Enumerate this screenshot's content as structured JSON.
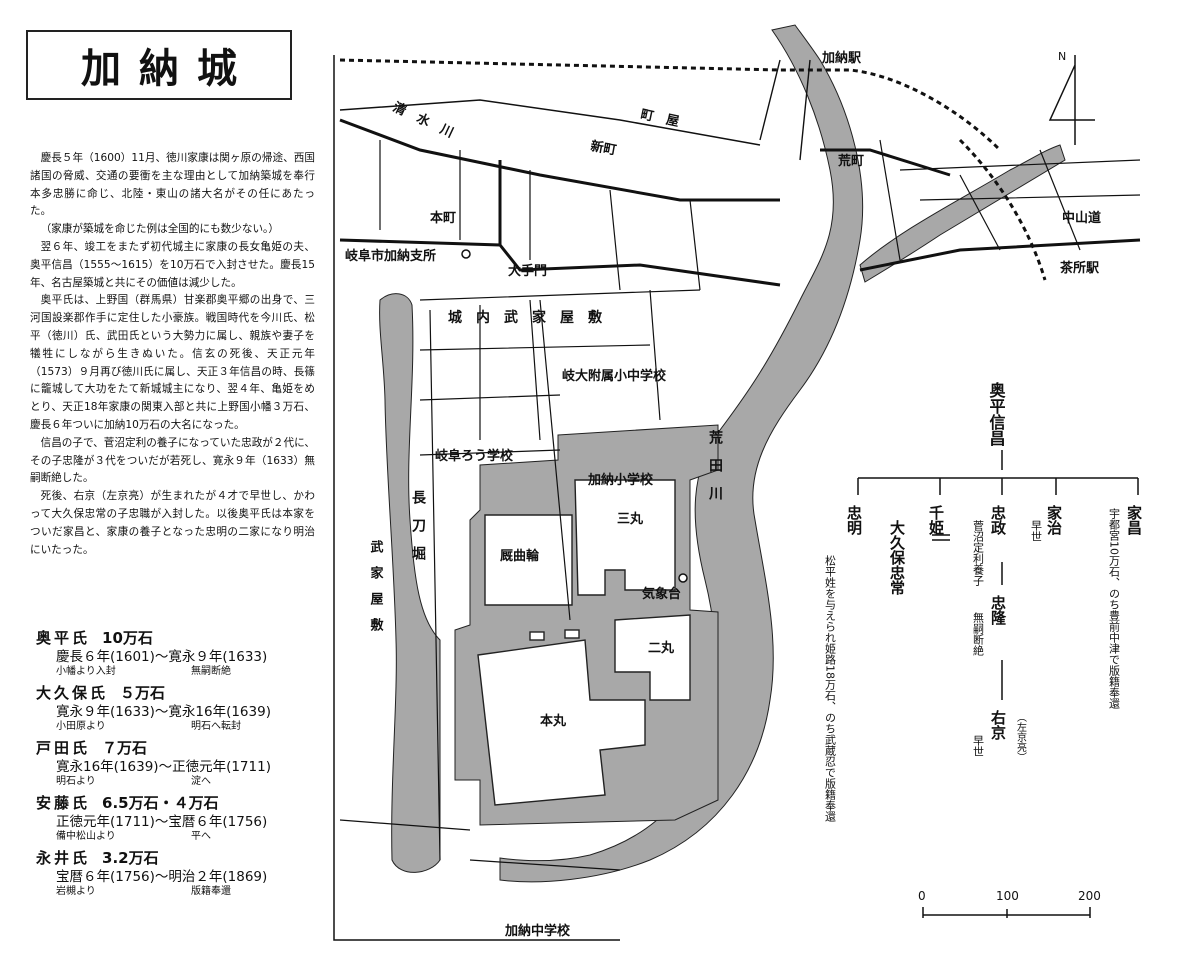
{
  "title": "加納城",
  "paragraphs": [
    "慶長５年（1600）11月、徳川家康は関ヶ原の帰途、西国諸国の脅威、交通の要衝を主な理由として加納築城を奉行本多忠勝に命じ、北陸・東山の諸大名がその任にあたった。",
    "（家康が築城を命じた例は全国的にも数少ない。）",
    "翌６年、竣工をまたず初代城主に家康の長女亀姫の夫、奥平信昌（1555～1615）を10万石で入封させた。慶長15年、名古屋築城と共にその価値は減少した。",
    "奥平氏は、上野国（群馬県）甘楽郡奥平郷の出身で、三河国設楽郡作手に定住した小豪族。戦国時代を今川氏、松平（徳川）氏、武田氏という大勢力に属し、親族や妻子を犠牲にしながら生きぬいた。信玄の死後、天正元年（1573）９月再び徳川氏に属し、天正３年信昌の時、長篠に籠城して大功をたて新城城主になり、翌４年、亀姫をめとり、天正18年家康の関東入部と共に上野国小幡３万石、慶長６年ついに加納10万石の大名になった。",
    "信昌の子で、菅沼定利の養子になっていた忠政が２代に、その子忠隆が３代をついだが若死し、寛永９年（1633）無嗣断絶した。",
    "死後、右京（左京亮）が生まれたが４才で早世し、かわって大久保忠常の子忠職が入封した。以後奥平氏は本家をついだ家昌と、家康の養子となった忠明の二家になり明治にいたった。"
  ],
  "clans": [
    {
      "name": "奥平氏",
      "koku": "10万石",
      "range": "慶長６年(1601)～寛永９年(1633)",
      "note_start": "小幡より入封",
      "note_end": "無嗣断絶"
    },
    {
      "name": "大久保氏",
      "koku": "５万石",
      "range": "寛永９年(1633)～寛永16年(1639)",
      "note_start": "小田原より",
      "note_end": "明石へ転封"
    },
    {
      "name": "戸田氏",
      "koku": "７万石",
      "range": "寛永16年(1639)～正徳元年(1711)",
      "note_start": "明石より",
      "note_end": "淀へ"
    },
    {
      "name": "安藤氏",
      "koku": "6.5万石・４万石",
      "range": "正徳元年(1711)～宝暦６年(1756)",
      "note_start": "備中松山より",
      "note_end": "平へ"
    },
    {
      "name": "永井氏",
      "koku": "3.2万石",
      "range": "宝暦６年(1756)～明治２年(1869)",
      "note_start": "岩槻より",
      "note_end": "版籍奉還"
    }
  ],
  "map_labels": {
    "kano_station": "加納駅",
    "machiya": "町　屋",
    "shinmachi": "新町",
    "aramachi": "荒町",
    "shimizu_river": "清　水　川",
    "honmachi": "本町",
    "nakasendo": "中山道",
    "chasho_station": "茶所駅",
    "branch_office": "岐阜市加納支所",
    "otemon": "大手門",
    "bukeyashiki": "城　内　武　家　屋　敷",
    "gidai_school": "岐大附属小中学校",
    "deaf_school": "岐阜ろう学校",
    "kano_elementary": "加納小学校",
    "sannomaru": "三丸",
    "kuruwa": "厩曲輪",
    "kishodai": "気象台",
    "ninomaru": "二丸",
    "honmaru": "本丸",
    "nagatohori": "長　刀　堀",
    "bukeyashiki_v": "武　家　屋　敷",
    "arata_river": "荒　田　川",
    "kano_jhs": "加納中学校",
    "north": "N"
  },
  "scale": {
    "labels": [
      "0",
      "100",
      "200"
    ]
  },
  "family": {
    "root": "奥平信昌",
    "children": [
      {
        "name": "家昌",
        "note": "宇都宮10万石、のち豊前中津で版籍奉還"
      },
      {
        "name": "家治",
        "note": "早世"
      },
      {
        "name": "忠政",
        "note": "菅沼定利養子"
      },
      {
        "name": "千姫",
        "note": ""
      },
      {
        "name": "忠明",
        "note": "松平姓を与えられ姫路18万石、のち武蔵忍で版籍奉還"
      }
    ],
    "chihime_spouse": "大久保忠常",
    "tadataka": {
      "name": "忠隆",
      "note": "無嗣断絶"
    },
    "ukyo": {
      "name": "右京",
      "alias": "（左京亮）",
      "note": "早世"
    },
    "ellipsis": "……"
  },
  "colors": {
    "moat": "#a8a8a8",
    "line": "#111111"
  }
}
